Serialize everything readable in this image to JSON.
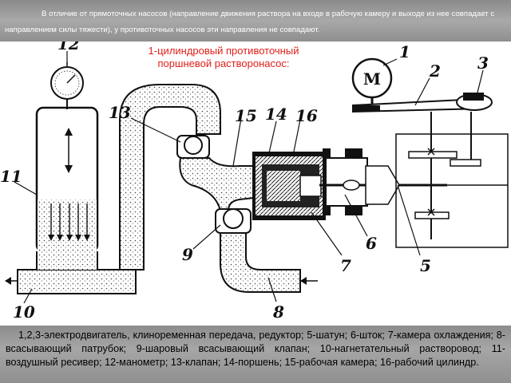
{
  "header": {
    "intro": "В отличие от прямоточных насосов (направление движения раствора на входе в рабочую камеру и выходе из нее совпадает с направлением силы тяжести), у противоточных насосов эти направления не совпадают."
  },
  "title": {
    "line1": "1-цилиндровый противоточный",
    "line2": "поршневой растворонасос:"
  },
  "diagram": {
    "motor_letter": "M",
    "labels": [
      "1",
      "2",
      "3",
      "5",
      "6",
      "7",
      "8",
      "9",
      "10",
      "11",
      "12",
      "13",
      "14",
      "15",
      "16"
    ]
  },
  "caption": {
    "text": "1,2,3-электродвигатель, клиноременная передача, редуктор; 5-шатун; 6-шток; 7-камера охлаждения; 8-всасывающий патрубок; 9-шаровый всасывающий клапан; 10-нагнетательный растворовод; 11-воздушный ресивер; 12-манометр; 13-клапан; 14-поршень; 15-рабочая камера; 16-рабочий цилиндр."
  }
}
